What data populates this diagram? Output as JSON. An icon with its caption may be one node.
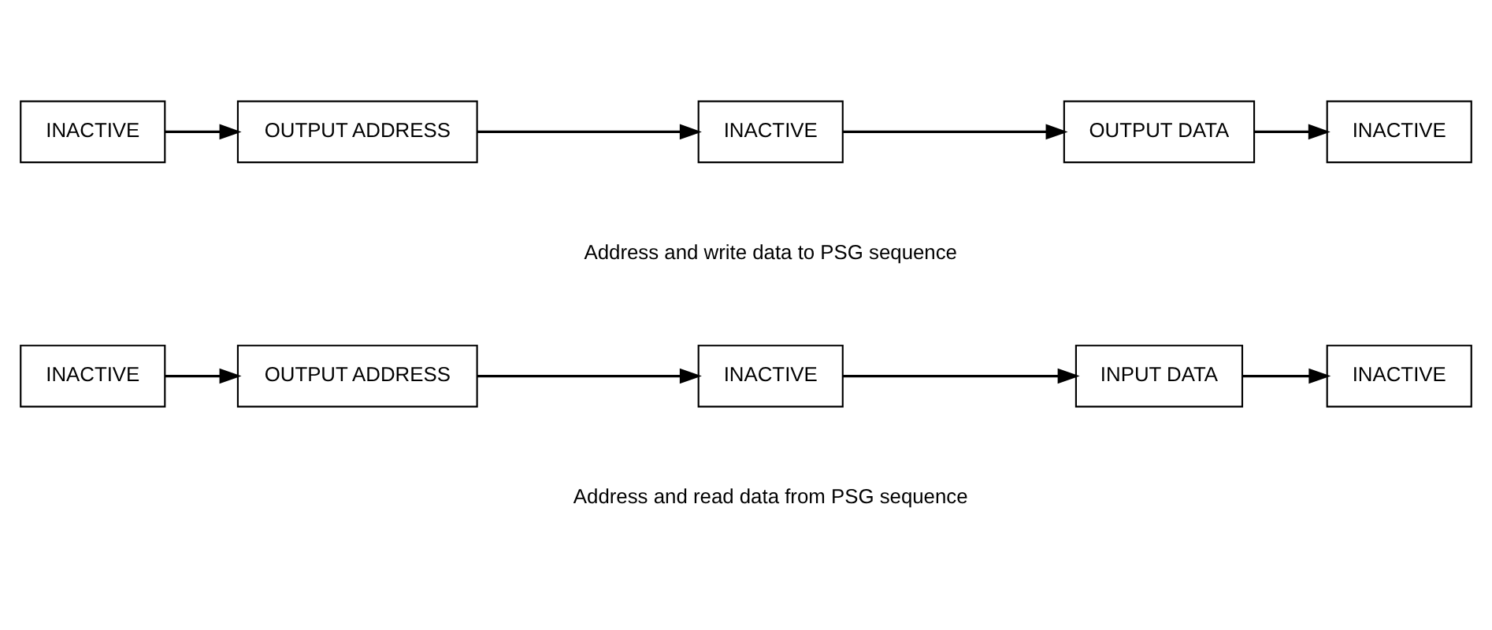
{
  "diagram": {
    "nodes": [
      {
        "text": [
          "INACTIVE"
        ]
      },
      {
        "text": [
          "OUTPUT ADDRESS"
        ]
      },
      {
        "text": [
          "INACTIVE"
        ]
      },
      {
        "text": [
          "OUTPUT DATA"
        ]
      },
      {
        "text": [
          "INACTIVE"
        ]
      },
      {
        "text": [
          "INACTIVE"
        ]
      },
      {
        "text": [
          "OUTPUT ADDRESS"
        ]
      },
      {
        "text": [
          "INACTIVE"
        ]
      },
      {
        "text": [
          "INPUT DATA"
        ]
      },
      {
        "text": [
          "INACTIVE"
        ]
      }
    ],
    "edges": [
      {
        "from": 0,
        "to": 1,
        "arrow": "to"
      },
      {
        "from": 1,
        "to": 2,
        "arrow": "to"
      },
      {
        "from": 2,
        "to": 3,
        "arrow": "to"
      },
      {
        "from": 3,
        "to": 4,
        "arrow": "to"
      },
      {
        "from": 5,
        "to": 6,
        "arrow": "to"
      },
      {
        "from": 6,
        "to": 7,
        "arrow": "to"
      },
      {
        "from": 7,
        "to": 8,
        "arrow": "to"
      },
      {
        "from": 8,
        "to": 9,
        "arrow": "to"
      }
    ],
    "labels": [
      "Address and write data to PSG sequence",
      "Address and read data from PSG sequence"
    ]
  }
}
